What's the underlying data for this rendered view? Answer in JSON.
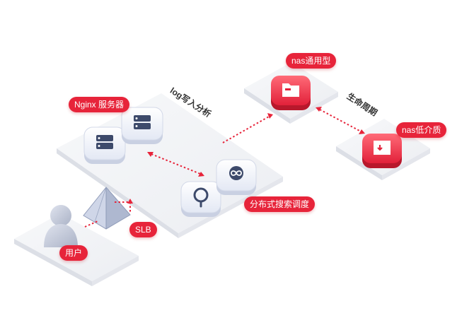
{
  "labels": {
    "nginx": "Nginx 服务器",
    "log_write": "log写入分析",
    "nas_general": "nas通用型",
    "lifecycle": "生命周期",
    "nas_low": "nas低介质",
    "search": "分布式搜索调度",
    "slb": "SLB",
    "user": "用户"
  },
  "icons": {
    "server": "server-icon",
    "search": "magnifier-icon",
    "infinity": "infinity-icon",
    "folder": "folder-icon",
    "archive": "archive-down-icon",
    "slb": "pyramid-icon",
    "user": "user-icon"
  },
  "colors": {
    "accent": "#e7243a",
    "platform": "#f1f2f5",
    "node": "#e9edf7",
    "dashed_link": "#e7243a"
  }
}
